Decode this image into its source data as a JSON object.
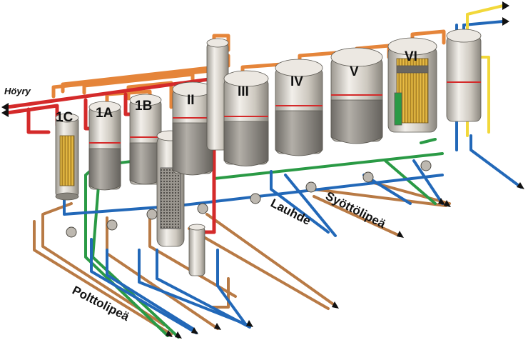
{
  "diagram": {
    "vessels": [
      "1C",
      "1A",
      "1B",
      "II",
      "III",
      "IV",
      "V",
      "VI"
    ],
    "flows": {
      "steam": "Höyry",
      "condensate": "Lauhde",
      "feed_liquor": "Syöttölipeä",
      "firing_liquor": "Polttolipeä"
    },
    "colors": {
      "steam": "#d42a2a",
      "vapor": "#e5853a",
      "liquor": "#b87a45",
      "condensate": "#2268b8",
      "feed": "#2a9a45",
      "cooling": "#f2d83a",
      "cooling_water": "#3a9ad8",
      "shell": "#cfcac2",
      "liquid": "#8d8a84"
    }
  }
}
